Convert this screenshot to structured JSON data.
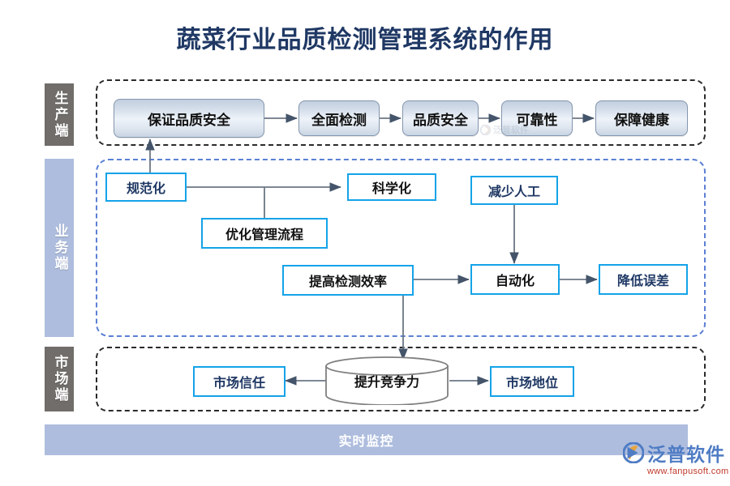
{
  "title": "蔬菜行业品质检测管理系统的作用",
  "colors": {
    "title": "#1F3864",
    "band_gray": "#706D6A",
    "band_blue": "#AEBDDE",
    "box_border_blue": "#14A3E8",
    "frame_blue": "#5B7FD4",
    "frame_dark": "#2B2B2B",
    "arrow": "#44546A",
    "bottom_bar": "#AEBDDE"
  },
  "bands": {
    "production": "生产端",
    "business": "业务端",
    "market": "市场端"
  },
  "production_flow": [
    {
      "label": "保证品质安全"
    },
    {
      "label": "全面检测"
    },
    {
      "label": "品质安全"
    },
    {
      "label": "可靠性"
    },
    {
      "label": "保障健康"
    }
  ],
  "business_nodes": [
    {
      "label": "规范化"
    },
    {
      "label": "科学化"
    },
    {
      "label": "减少人工"
    },
    {
      "label": "优化管理流程"
    },
    {
      "label": "提高检测效率"
    },
    {
      "label": "自动化"
    },
    {
      "label": "降低误差"
    }
  ],
  "market_nodes": [
    {
      "label": "市场信任"
    },
    {
      "label": "提升竞争力"
    },
    {
      "label": "市场地位"
    }
  ],
  "bottom_bar": {
    "label": "实时监控"
  },
  "watermark": {
    "label": "泛普软件"
  },
  "logo": {
    "name": "泛普软件",
    "url": "www.fanpusoft.com"
  }
}
